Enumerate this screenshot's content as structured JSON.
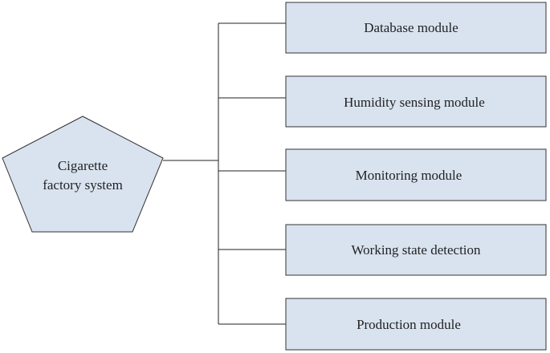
{
  "root": {
    "label_lines": [
      "Cigarette",
      "factory system"
    ],
    "fill": "#d9e3f0",
    "stroke": "#333333"
  },
  "modules": [
    {
      "label": "Database module"
    },
    {
      "label": "Humidity sensing module"
    },
    {
      "label": "Monitoring module"
    },
    {
      "label": "Working state detection"
    },
    {
      "label": "Production module"
    }
  ],
  "colors": {
    "box_fill": "#d9e3f0",
    "box_stroke": "#333333",
    "line": "#222222"
  }
}
